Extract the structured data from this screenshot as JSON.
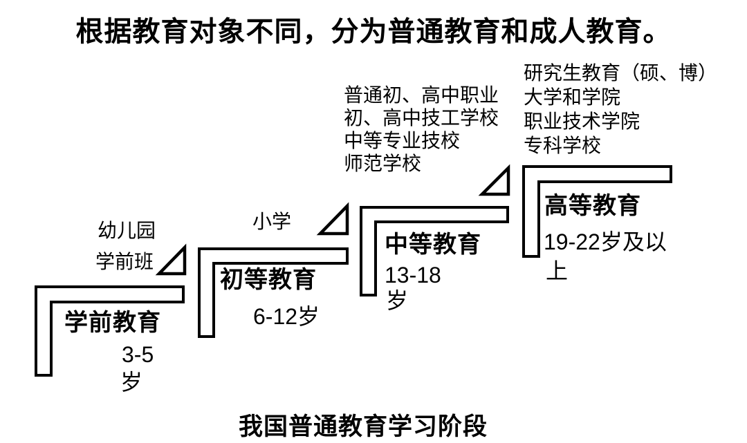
{
  "title": "根据教育对象不同，分为普通教育和成人教育。",
  "caption": "我国普通教育学习阶段",
  "colors": {
    "ink": "#000000",
    "paper": "#ffffff"
  },
  "steps": [
    {
      "name": "学前教育",
      "age_line1": "3-5",
      "age_line2": "岁",
      "institutions": [
        "幼儿园",
        "学前班"
      ]
    },
    {
      "name": "初等教育",
      "age_line1": "6-12岁",
      "age_line2": "",
      "institutions": [
        "小学"
      ]
    },
    {
      "name": "中等教育",
      "age_line1": "13-18",
      "age_line2": "岁",
      "institutions": [
        "普通初、高中职业",
        "初、高中技工学校",
        "中等专业技校",
        "师范学校"
      ]
    },
    {
      "name": "高等教育",
      "age_line1": "19-22岁及以",
      "age_line2": "上",
      "institutions": [
        "研究生教育（硕、博）",
        "大学和学院",
        "职业技术学院",
        "专科学校"
      ]
    }
  ]
}
